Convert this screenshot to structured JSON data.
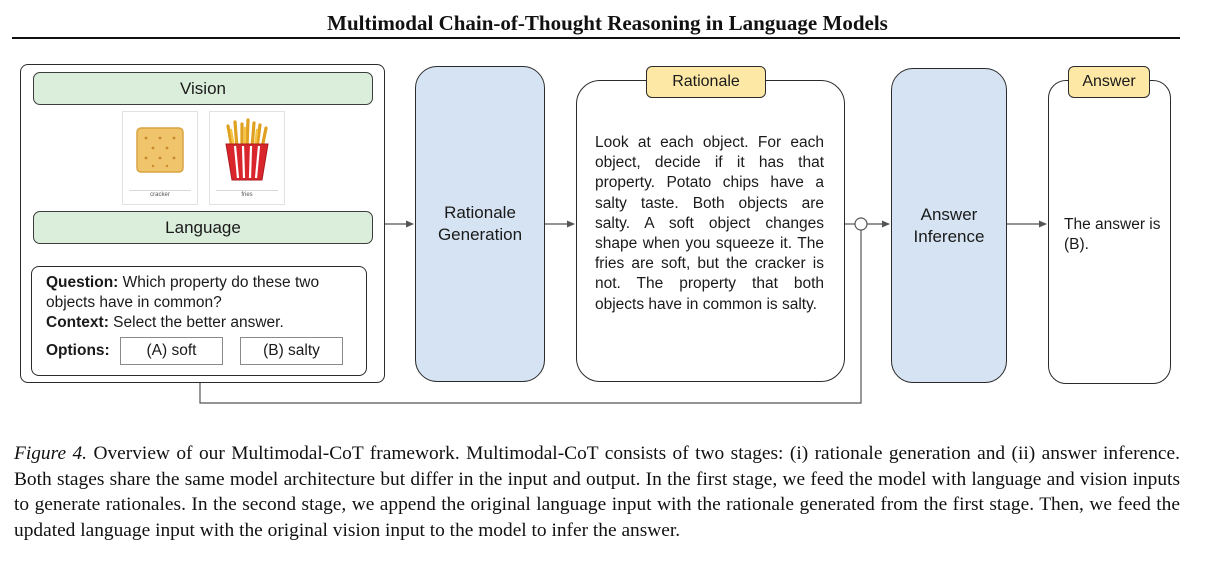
{
  "title": "Multimodal Chain-of-Thought Reasoning in Language Models",
  "figure": {
    "vision_label": "Vision",
    "language_label": "Language",
    "images": [
      {
        "label": "cracker",
        "icon": "cracker-icon"
      },
      {
        "label": "fries",
        "icon": "fries-icon"
      }
    ],
    "question_key": "Question:",
    "question_text": "Which property do these two objects have in common?",
    "context_key": "Context:",
    "context_text": "Select the better answer.",
    "options_key": "Options:",
    "options": [
      "(A) soft",
      "(B) salty"
    ],
    "rationale_generation_line1": "Rationale",
    "rationale_generation_line2": "Generation",
    "rationale_tag": "Rationale",
    "rationale_text": "Look at each object. For each object, decide if it has that property. Potato chips have a salty taste. Both objects are salty. A soft object changes shape when you squeeze it. The fries are soft, but the cracker is not. The property that both objects have in common is salty.",
    "answer_inference_line1": "Answer",
    "answer_inference_line2": "Inference",
    "answer_tag": "Answer",
    "answer_text": "The answer is (B).",
    "colors": {
      "green_fill": "#dbeedb",
      "blue_fill": "#d5e3f2",
      "yellow_fill": "#fde8a6"
    }
  },
  "caption": {
    "label": "Figure 4.",
    "text": "Overview of our Multimodal-CoT framework. Multimodal-CoT consists of two stages: (i) rationale generation and (ii) answer inference. Both stages share the same model architecture but differ in the input and output. In the first stage, we feed the model with language and vision inputs to generate rationales. In the second stage, we append the original language input with the rationale generated from the first stage. Then, we feed the updated language input with the original vision input to the model to infer the answer."
  }
}
